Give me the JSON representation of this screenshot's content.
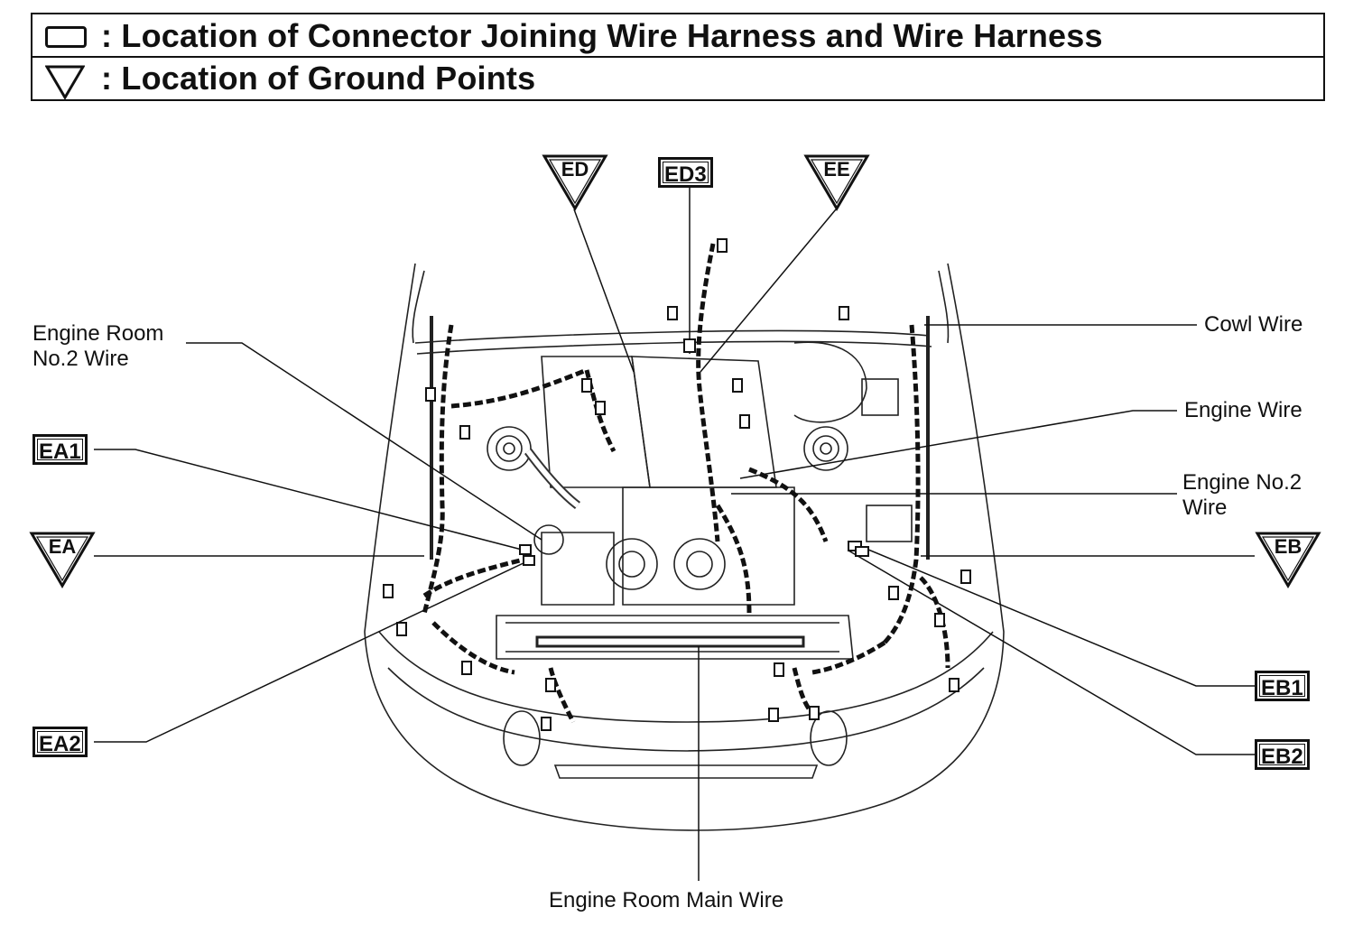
{
  "legend": {
    "connector_text": ": Location of Connector Joining Wire Harness and Wire Harness",
    "ground_text": ": Location of Ground Points"
  },
  "labels": {
    "engine_room_no2_wire": "Engine Room\nNo.2 Wire",
    "cowl_wire": "Cowl Wire",
    "engine_wire": "Engine Wire",
    "engine_no2_wire": "Engine No.2\nWire",
    "engine_room_main_wire": "Engine Room Main Wire"
  },
  "connectors": {
    "ea1": "EA1",
    "ea2": "EA2",
    "ed3": "ED3",
    "eb1": "EB1",
    "eb2": "EB2"
  },
  "grounds": {
    "ed": "ED",
    "ee": "EE",
    "ea": "EA",
    "eb": "EB"
  }
}
